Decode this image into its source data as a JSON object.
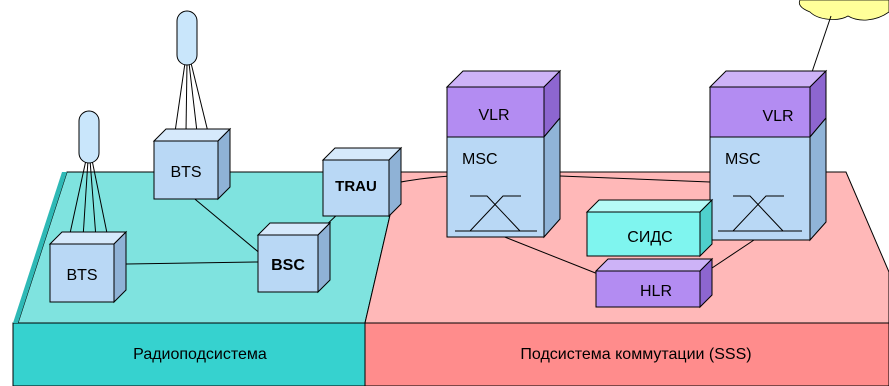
{
  "colors": {
    "radio_top": "#7fe3df",
    "radio_front": "#36d2cf",
    "switch_top": "#ffb8b8",
    "switch_front": "#ff8c8c",
    "node_front": "#b9d8f5",
    "node_side": "#8fb2d6",
    "node_top": "#d6e9fb",
    "vlr": "#b38cf2",
    "vlr_side": "#8d66d0",
    "vlr_top": "#cdb3f7",
    "msc_side": "#90b4d8",
    "sids_front": "#7ff5ef",
    "sids_side": "#4fd0cc",
    "sids_top": "#b6fbf7",
    "cloud": "#ffff99",
    "antenna": "#c9e6fb",
    "line": "#000000"
  },
  "labels": {
    "radio_subsystem": "Радиоподсистема",
    "switching_subsystem": "Подсистема коммутации (SSS)",
    "bts_a": "BTS",
    "bts_b": "BTS",
    "bsc": "BSC",
    "trau": "TRAU",
    "vlr_1": "VLR",
    "msc_1": "MSC",
    "vlr_2": "VLR",
    "msc_2": "MSC",
    "sids": "СИДС",
    "hlr": "HLR"
  }
}
